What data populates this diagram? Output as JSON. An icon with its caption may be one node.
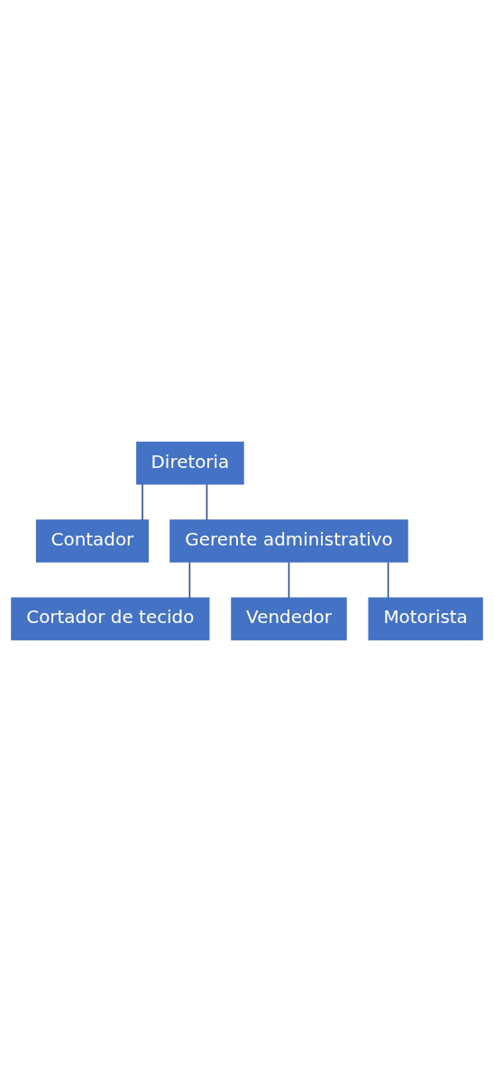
{
  "diagram": {
    "nodes": [
      {
        "text": [
          "Diretoria"
        ]
      },
      {
        "text": [
          "Contador"
        ]
      },
      {
        "text": [
          "Gerente administrativo"
        ]
      },
      {
        "text": [
          "Cortador de tecido"
        ]
      },
      {
        "text": [
          "Vendedor"
        ]
      },
      {
        "text": [
          "Motorista"
        ]
      }
    ],
    "edges": [
      {
        "from": 0,
        "to": 1,
        "arrow": "none"
      },
      {
        "from": 0,
        "to": 2,
        "arrow": "none"
      },
      {
        "from": 2,
        "to": 3,
        "arrow": "none"
      },
      {
        "from": 2,
        "to": 4,
        "arrow": "none"
      },
      {
        "from": 2,
        "to": 5,
        "arrow": "none"
      }
    ]
  }
}
